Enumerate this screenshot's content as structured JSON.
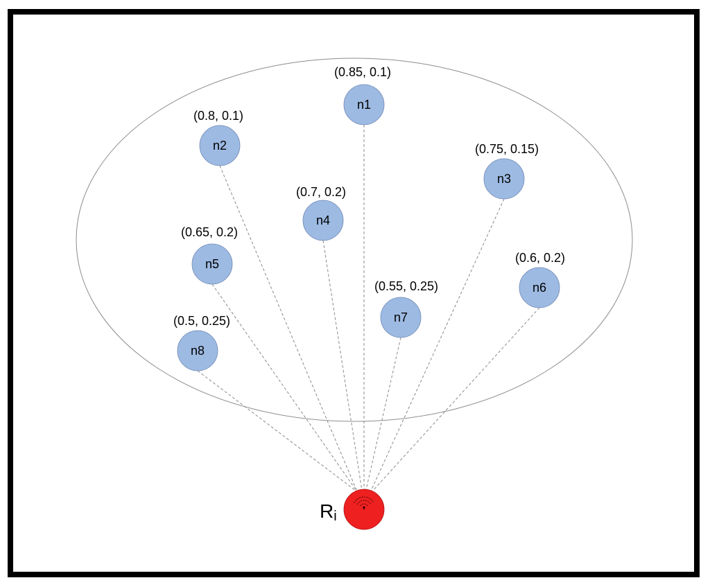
{
  "colors": {
    "node_fill": "#9dbae2",
    "root_fill": "#ee2020"
  },
  "root": {
    "label": "R",
    "subscript": "i"
  },
  "nodes": [
    {
      "id": "n1",
      "label": "n1",
      "coords": "(0.85, 0.1)"
    },
    {
      "id": "n2",
      "label": "n2",
      "coords": "(0.8, 0.1)"
    },
    {
      "id": "n3",
      "label": "n3",
      "coords": "(0.75, 0.15)"
    },
    {
      "id": "n4",
      "label": "n4",
      "coords": "(0.7, 0.2)"
    },
    {
      "id": "n5",
      "label": "n5",
      "coords": "(0.65, 0.2)"
    },
    {
      "id": "n6",
      "label": "n6",
      "coords": "(0.6, 0.2)"
    },
    {
      "id": "n7",
      "label": "n7",
      "coords": "(0.55, 0.25)"
    },
    {
      "id": "n8",
      "label": "n8",
      "coords": "(0.5, 0.25)"
    }
  ]
}
